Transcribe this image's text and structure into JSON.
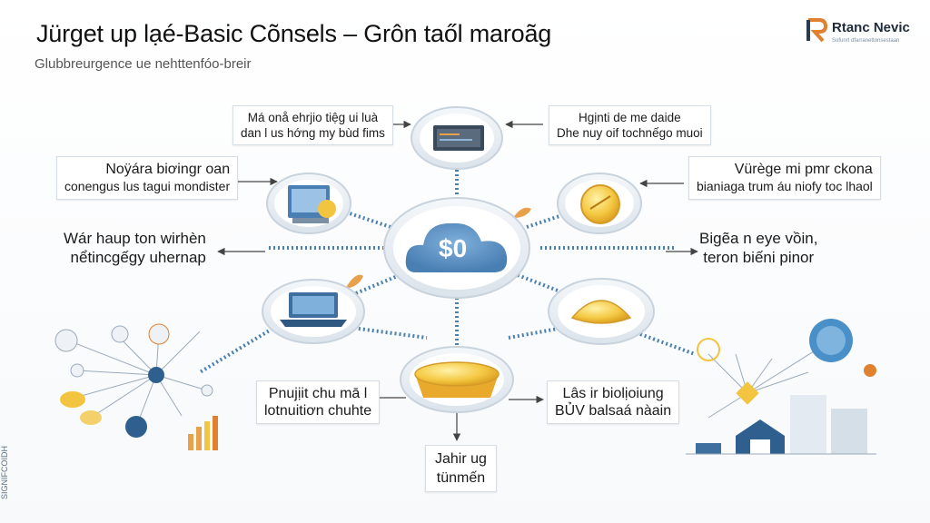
{
  "header": {
    "title": "Jürget up lạé-Basic Cõnsels – Grôn taől maroãg",
    "subtitle": "Glubbreurgence ue nehttenfóo-breir"
  },
  "logo": {
    "name": "Rtanc Nevic",
    "tagline": "Sofunrt dfarranettonsestaan",
    "colors": [
      "#e0812f",
      "#2b3b4f"
    ]
  },
  "side_caption": "SIGNIFCOIDH",
  "hub": {
    "label": "$0",
    "color": "#5b8fc4"
  },
  "labels": {
    "top_left": {
      "line1": "Má onå ehrjio tiệg ui luà",
      "line2": "dan l us hớng my bùd fims"
    },
    "top_right": {
      "line1": "Hgịnti de me daide",
      "line2": "Dhe nuy oif tochnếgo muoi"
    },
    "upper_left": {
      "line1": "Noÿára biơingr oan",
      "line2": "conengus lus tagui mondister"
    },
    "upper_right": {
      "line1": "Vürège mi pmr ckona",
      "line2": "bianiaga trum áu niofy toc lhaol"
    },
    "mid_left": {
      "line1": "Wár haup ton wirhèn",
      "line2": "nểtincgếgy uhernap"
    },
    "mid_right": {
      "line1": "Bigẽa n eye vồin,",
      "line2": "teron biếni pinor"
    },
    "bottom_left": {
      "line1": "Pnujịit chu mā l",
      "line2": "lotnuitiơn chuhte"
    },
    "bottom_right": {
      "line1": "Lâs ir biolịoiung",
      "line2": "BỦV balsaá nàain"
    },
    "bottom": {
      "line1": "Jahir ug",
      "line2": "tünmến"
    }
  },
  "colors": {
    "connector": "#4a80b0",
    "node_ring": "#dce4ec",
    "gold": "#f2c440"
  }
}
